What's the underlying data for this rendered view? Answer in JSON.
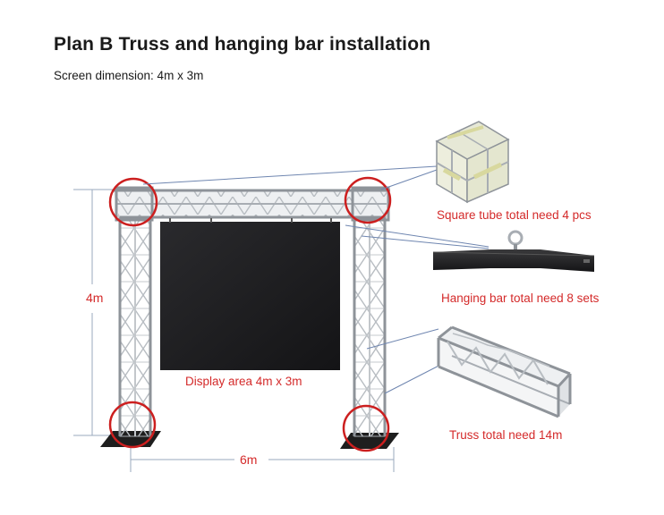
{
  "header": {
    "title": "Plan B Truss and hanging bar installation",
    "subtitle": "Screen dimension: 4m x 3m"
  },
  "diagram": {
    "height_label": "4m",
    "width_label": "6m",
    "display_label": "Display area 4m x 3m",
    "callouts": {
      "square_tube": "Square tube total need 4 pcs",
      "hanging_bar": "Hanging bar total need 8 sets",
      "truss": "Truss total need 14m"
    }
  },
  "colors": {
    "accent_red": "#d42a2a",
    "highlight_circle": "#cc1f1f",
    "screen": "#1c1c1e",
    "truss_metal": "#a8adb3"
  }
}
